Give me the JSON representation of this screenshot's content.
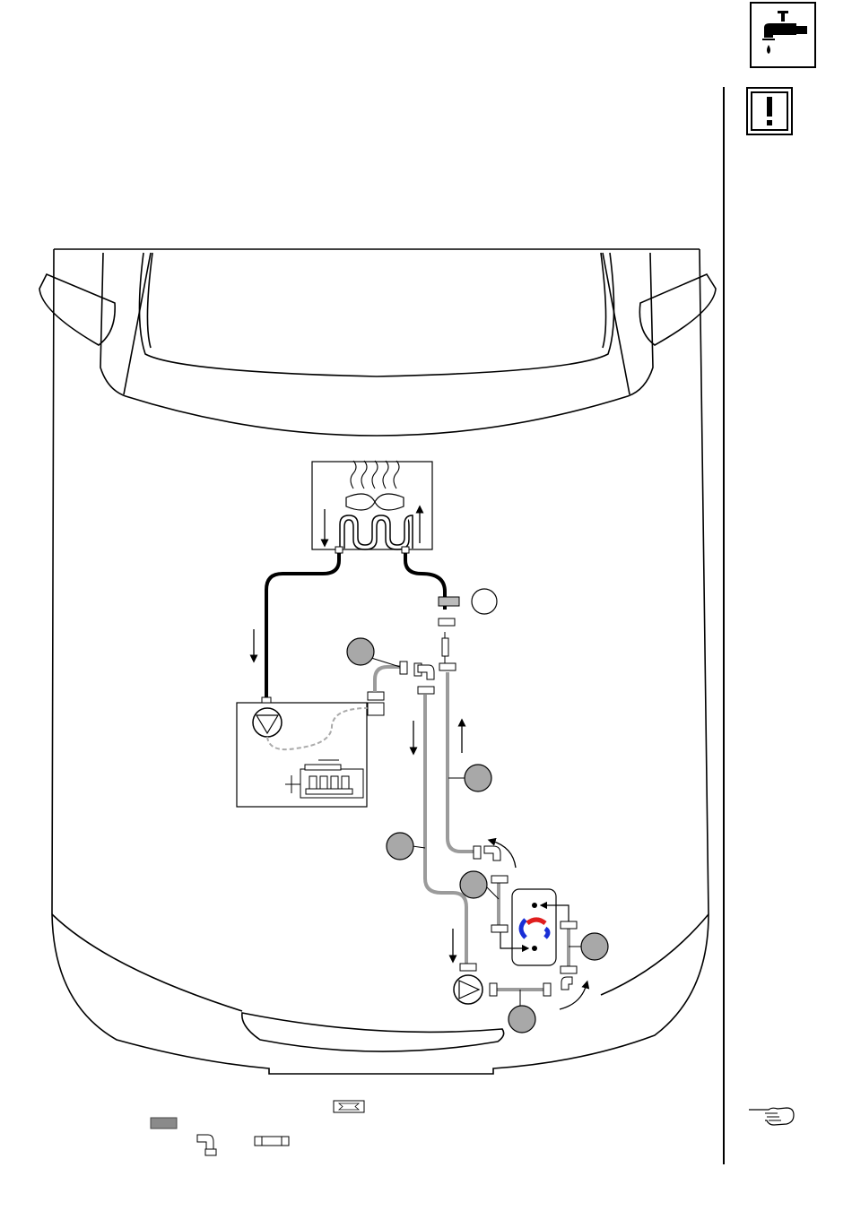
{
  "page": {
    "background": "#ffffff",
    "line_color": "#000000",
    "pipe_gray": "#9b9b9b",
    "pipe_black": "#000000",
    "callout_fill": "#a8a8a8"
  },
  "sidebar": {
    "top_icon": "water-tap-icon",
    "warning_icon": "exclamation-warning-icon",
    "note_icon": "pointing-hand-icon"
  },
  "diagram": {
    "vehicle_outline": "car-top-view-outline",
    "components": [
      "heater-core-radiator",
      "engine-coolant-pump-box",
      "auxiliary-water-pump",
      "heat-exchanger-unit"
    ],
    "callouts": [
      {
        "id": "top-right",
        "filled": false
      },
      {
        "id": "upper-left",
        "filled": true
      },
      {
        "id": "return-line",
        "filled": true
      },
      {
        "id": "supply-line",
        "filled": true
      },
      {
        "id": "exchanger-in",
        "filled": true
      },
      {
        "id": "exchanger-out",
        "filled": true
      },
      {
        "id": "pump-out",
        "filled": true
      }
    ],
    "flow_arrows": [
      "down-left",
      "down-mid",
      "up-mid",
      "down-pump",
      "heater-down",
      "heater-up",
      "curved-upper",
      "curved-lower"
    ]
  },
  "legend": {
    "items": [
      "hose-clamp-icon",
      "connector-strip-icon",
      "elbow-connector-icon",
      "straight-connector-icon"
    ]
  }
}
